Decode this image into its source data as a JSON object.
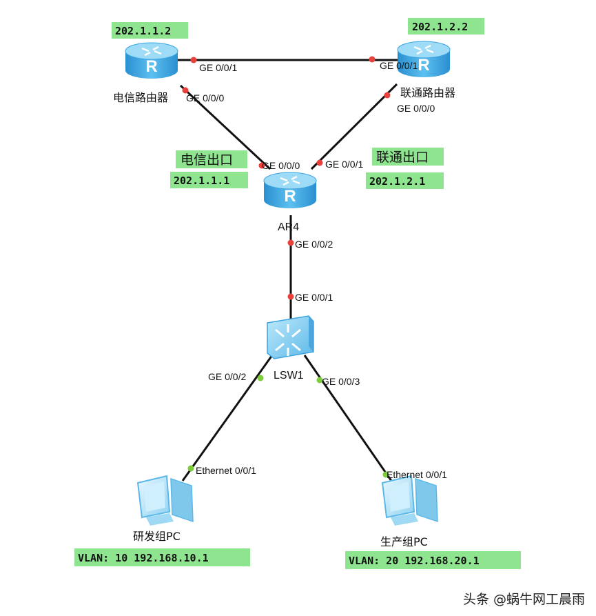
{
  "colors": {
    "link": "#111111",
    "port_down": "#e8403a",
    "port_up": "#7ccc3c",
    "tag_bg": "#8fe58f",
    "router_body": "#3aa3e0",
    "router_top": "#8fd4f4"
  },
  "devices": {
    "telecom_router": {
      "name": "电信路由器",
      "ip_tag": "202.1.1.2",
      "icon": "router-icon",
      "icon_text": "R"
    },
    "unicom_router": {
      "name": "联通路由器",
      "ip_tag": "202.1.2.2",
      "icon": "router-icon",
      "icon_text": "R"
    },
    "ar4": {
      "name": "AR4",
      "icon": "router-icon",
      "icon_text": "R"
    },
    "lsw1": {
      "name": "LSW1",
      "icon": "switch-icon"
    },
    "rd_pc": {
      "name": "研发组PC",
      "tag": "VLAN: 10 192.168.10.1",
      "icon": "pc-icon"
    },
    "prod_pc": {
      "name": "生产组PC",
      "tag": "VLAN: 20 192.168.20.1",
      "icon": "pc-icon"
    }
  },
  "ports": {
    "telecom_ge001": "GE 0/0/1",
    "unicom_ge001": "GE 0/0/1",
    "telecom_ge000": "GE 0/0/0",
    "unicom_ge000": "GE 0/0/0",
    "ar4_ge000": "GE 0/0/0",
    "ar4_ge001": "GE 0/0/1",
    "ar4_ge002": "GE 0/0/2",
    "lsw_ge001": "GE 0/0/1",
    "lsw_ge002": "GE 0/0/2",
    "lsw_ge003": "GE 0/0/3",
    "rd_pc_eth": "Ethernet 0/0/1",
    "prod_pc_eth": "Ethernet 0/0/1"
  },
  "annotations": {
    "telecom_exit": "电信出口",
    "telecom_exit_ip": "202.1.1.1",
    "unicom_exit": "联通出口",
    "unicom_exit_ip": "202.1.2.1"
  },
  "watermark": "头条 @蜗牛网工晨雨"
}
